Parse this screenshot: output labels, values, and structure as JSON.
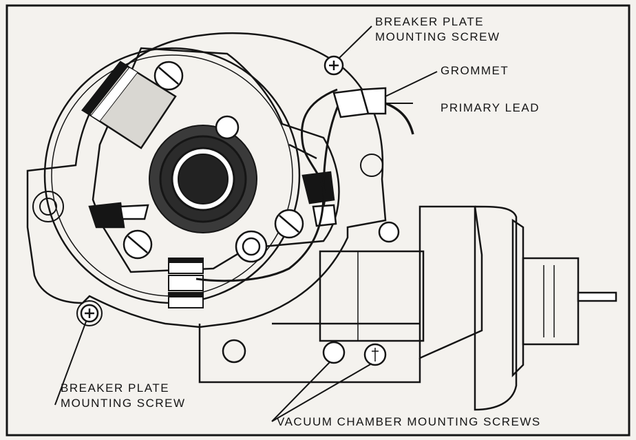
{
  "labels": {
    "breaker_plate_screw_top_line1": "BREAKER PLATE",
    "breaker_plate_screw_top_line2": "MOUNTING SCREW",
    "grommet": "GROMMET",
    "primary_lead": "PRIMARY LEAD",
    "breaker_plate_screw_bottom_line1": "BREAKER PLATE",
    "breaker_plate_screw_bottom_line2": "MOUNTING SCREW",
    "vacuum_chamber_screws": "VACUUM CHAMBER MOUNTING SCREWS"
  },
  "colors": {
    "ink": "#151515",
    "paper": "#f4f2ee"
  }
}
